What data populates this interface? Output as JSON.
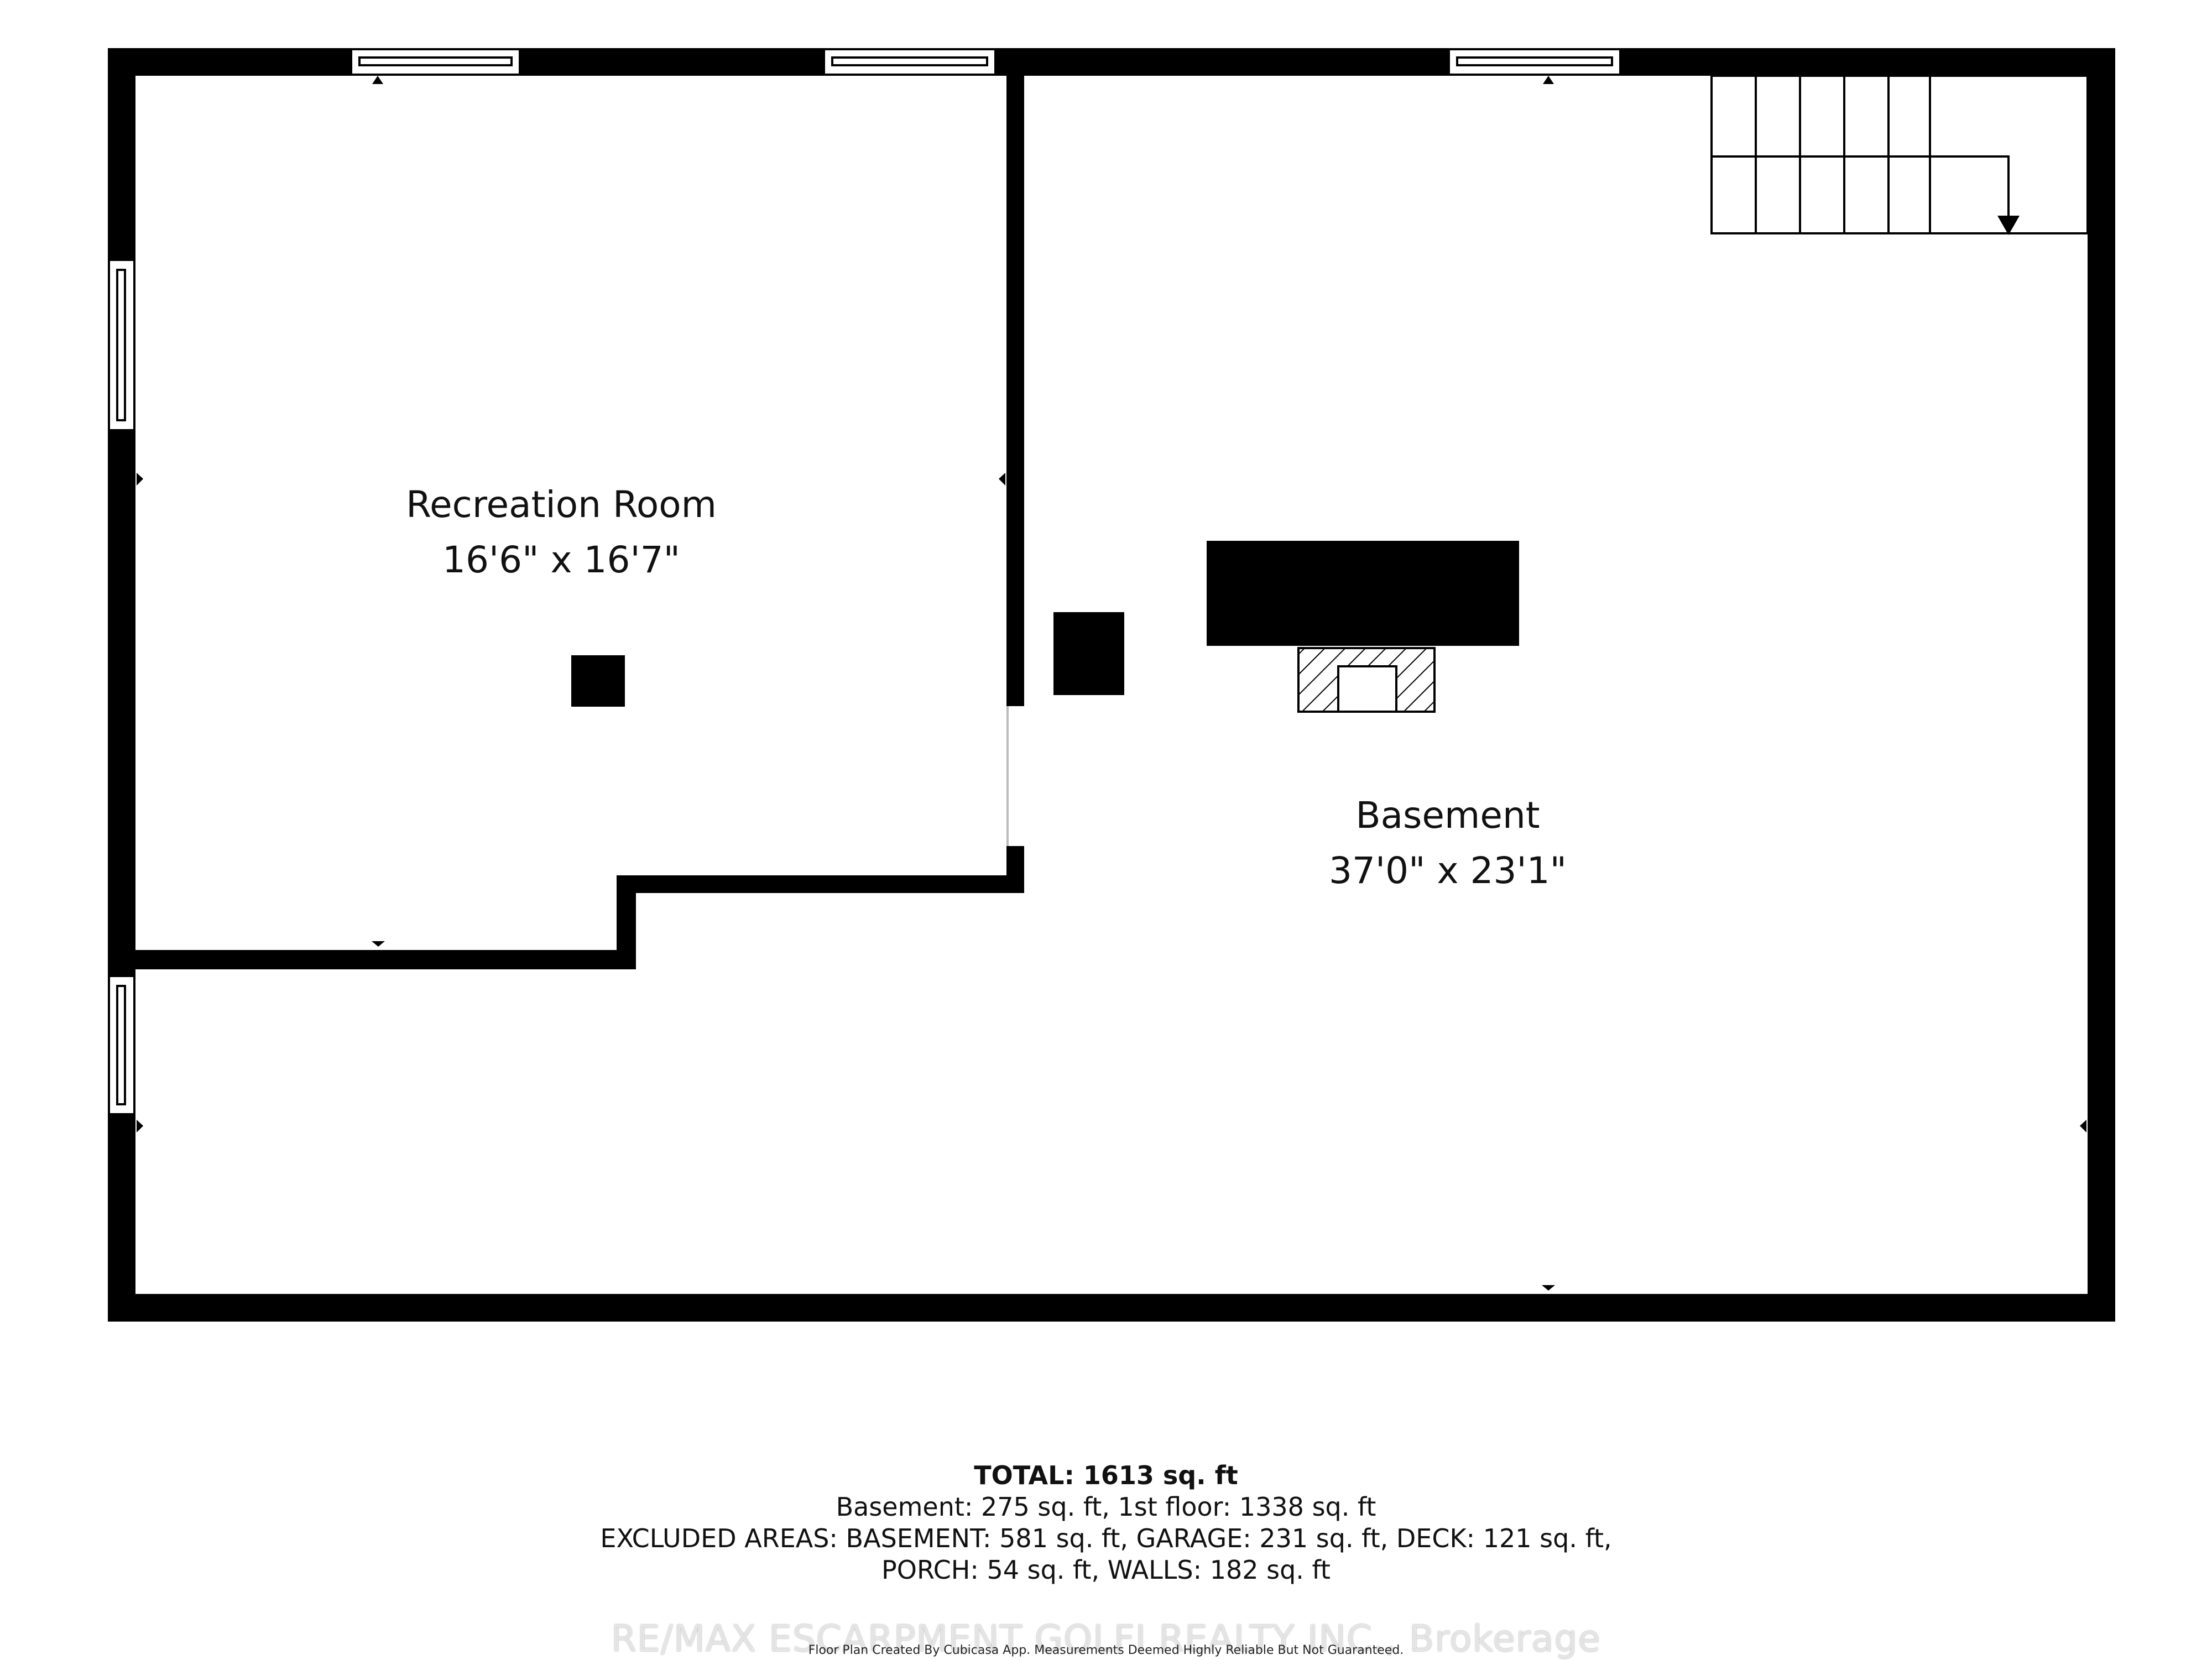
{
  "rooms": [
    {
      "name": "Recreation Room",
      "dimensions": "16'6\" x 16'7\""
    },
    {
      "name": "Basement",
      "dimensions": "37'0\" x 23'1\""
    }
  ],
  "summary": {
    "total": "TOTAL: 1613 sq. ft",
    "line1": "Basement: 275 sq. ft, 1st floor: 1338 sq. ft",
    "line2": "EXCLUDED AREAS: BASEMENT: 581 sq. ft, GARAGE: 231 sq. ft, DECK: 121 sq. ft,",
    "line3": "PORCH: 54 sq. ft, WALLS: 182 sq. ft"
  },
  "credit": "Floor Plan Created By Cubicasa App. Measurements Deemed Highly Reliable But Not Guaranteed.",
  "watermark": "RE/MAX ESCARPMENT GOLFI REALTY INC., Brokerage",
  "colors": {
    "wall": "#000000",
    "background": "#ffffff"
  }
}
